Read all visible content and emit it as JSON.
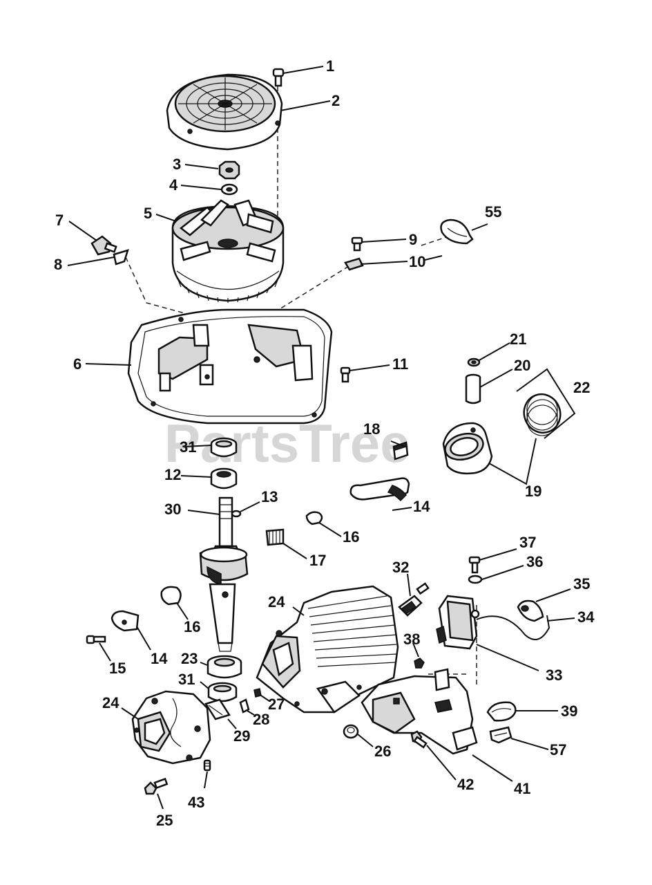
{
  "watermark": "PartsTree",
  "callouts": [
    {
      "id": "p1",
      "text": "1"
    },
    {
      "id": "p2",
      "text": "2"
    },
    {
      "id": "p3",
      "text": "3"
    },
    {
      "id": "p4",
      "text": "4"
    },
    {
      "id": "p5",
      "text": "5"
    },
    {
      "id": "p6",
      "text": "6"
    },
    {
      "id": "p7",
      "text": "7"
    },
    {
      "id": "p8",
      "text": "8"
    },
    {
      "id": "p9",
      "text": "9"
    },
    {
      "id": "p10",
      "text": "10"
    },
    {
      "id": "p11",
      "text": "11"
    },
    {
      "id": "p12",
      "text": "12"
    },
    {
      "id": "p13",
      "text": "13"
    },
    {
      "id": "p14a",
      "text": "14"
    },
    {
      "id": "p14b",
      "text": "14"
    },
    {
      "id": "p15",
      "text": "15"
    },
    {
      "id": "p16a",
      "text": "16"
    },
    {
      "id": "p16b",
      "text": "16"
    },
    {
      "id": "p17",
      "text": "17"
    },
    {
      "id": "p18",
      "text": "18"
    },
    {
      "id": "p19",
      "text": "19"
    },
    {
      "id": "p20",
      "text": "20"
    },
    {
      "id": "p21",
      "text": "21"
    },
    {
      "id": "p22",
      "text": "22"
    },
    {
      "id": "p23",
      "text": "23"
    },
    {
      "id": "p24a",
      "text": "24"
    },
    {
      "id": "p24b",
      "text": "24"
    },
    {
      "id": "p25",
      "text": "25"
    },
    {
      "id": "p26",
      "text": "26"
    },
    {
      "id": "p27",
      "text": "27"
    },
    {
      "id": "p28",
      "text": "28"
    },
    {
      "id": "p29",
      "text": "29"
    },
    {
      "id": "p30",
      "text": "30"
    },
    {
      "id": "p31a",
      "text": "31"
    },
    {
      "id": "p31b",
      "text": "31"
    },
    {
      "id": "p32",
      "text": "32"
    },
    {
      "id": "p33",
      "text": "33"
    },
    {
      "id": "p34",
      "text": "34"
    },
    {
      "id": "p35",
      "text": "35"
    },
    {
      "id": "p36",
      "text": "36"
    },
    {
      "id": "p37",
      "text": "37"
    },
    {
      "id": "p38",
      "text": "38"
    },
    {
      "id": "p39",
      "text": "39"
    },
    {
      "id": "p41",
      "text": "41"
    },
    {
      "id": "p42",
      "text": "42"
    },
    {
      "id": "p43",
      "text": "43"
    },
    {
      "id": "p55",
      "text": "55"
    },
    {
      "id": "p57",
      "text": "57"
    }
  ]
}
